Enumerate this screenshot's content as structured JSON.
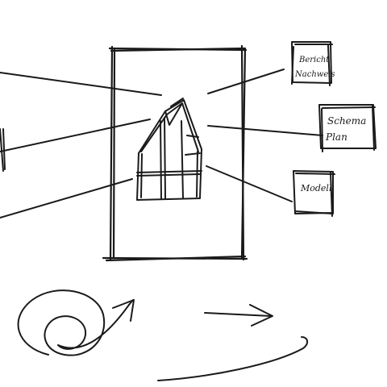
{
  "labels": {
    "top": [
      "Bericht",
      "Nachweis"
    ],
    "middle": [
      "Schema",
      "Plan"
    ],
    "bottom": "Modell"
  },
  "colors": {
    "ink": "#1a1a1a",
    "paper": "#ffffff"
  }
}
